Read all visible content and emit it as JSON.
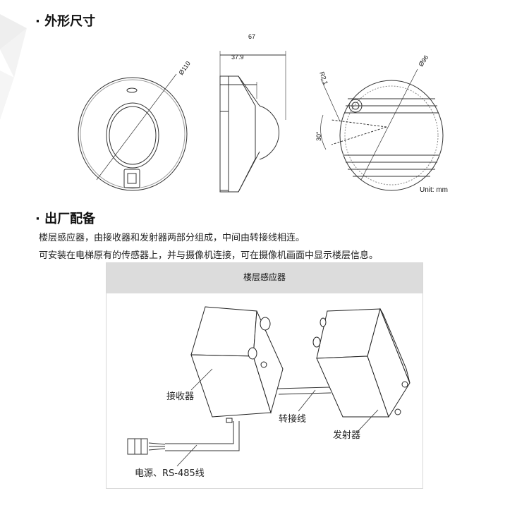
{
  "section1": {
    "title": "· 外形尺寸",
    "dimensions": {
      "front_diameter": "Ø110",
      "side_total": "67",
      "side_depth": "37.9",
      "back_diameter": "Ø96",
      "radius": "R2.1",
      "angle": "30°"
    },
    "unit": "Unit: mm"
  },
  "section2": {
    "title": "· 出厂配备",
    "lines": [
      "楼层感应器，由接收器和发射器两部分组成，中间由转接线相连。",
      "可安装在电梯原有的传感器上，并与摄像机连接，可在摄像机画面中显示楼层信息。"
    ],
    "figure": {
      "header": "楼层感应器",
      "labels": {
        "receiver": "接收器",
        "adapter_cable": "转接线",
        "transmitter": "发射器",
        "power_cable": "电源、RS-485线"
      }
    }
  }
}
